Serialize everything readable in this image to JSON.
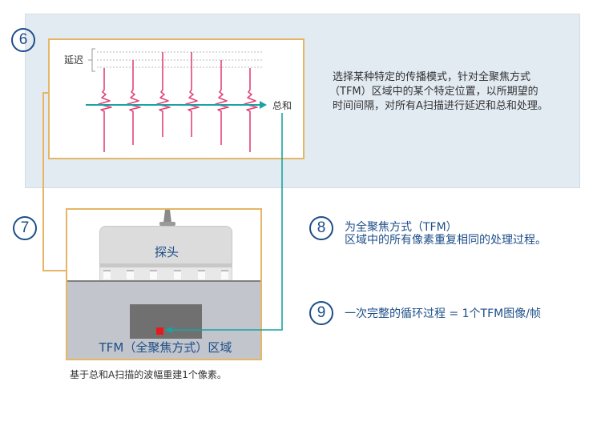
{
  "steps": [
    {
      "number": "6",
      "description": [
        "选择某种特定的传播模式，针对全聚焦方式",
        "（TFM）区域中的某个特定位置，以所期望的",
        "时间间隔，对所有A扫描进行延迟和总和处理。"
      ]
    },
    {
      "number": "7",
      "caption": "基于总和A扫描的波幅重建1个像素。"
    },
    {
      "number": "8",
      "description": [
        "为全聚焦方式（TFM）",
        "区域中的所有像素重复相同的处理过程。"
      ]
    },
    {
      "number": "9",
      "description": "一次完整的循环过程 = 1个TFM图像/帧"
    }
  ],
  "waveform_panel": {
    "delay_label": "延迟",
    "sum_label": "总和",
    "waveform_count": 6
  },
  "probe_panel": {
    "probe_label": "探头",
    "region_label": "TFM（全聚焦方式）区域"
  },
  "colors": {
    "panel_bg": "#e2eaf2",
    "box_border": "#e6b565",
    "waveform": "#e0457b",
    "sum_line": "#1aa3a3",
    "circle": "#1d4e89",
    "pixel": "#e8191c",
    "tfm_region": "#707070",
    "material": "#c2c5cc"
  }
}
